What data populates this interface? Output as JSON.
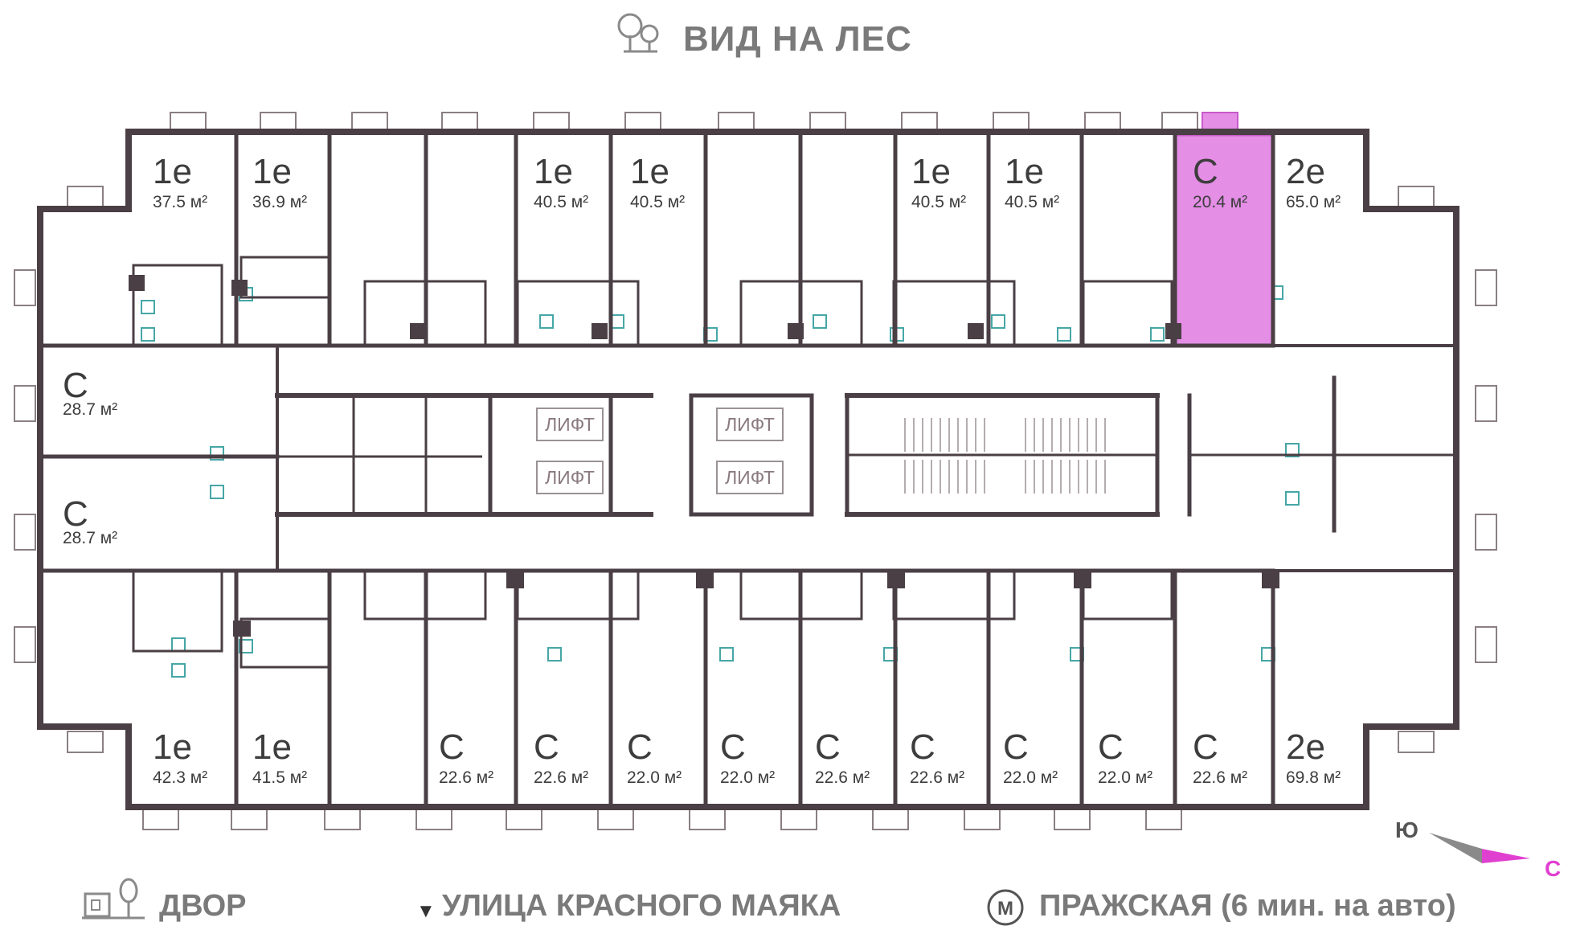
{
  "header": {
    "view_label": "ВИД НА ЛЕС",
    "forest_icon": "trees-icon"
  },
  "footer": {
    "yard_label": "ДВОР",
    "yard_icon": "playground-icon",
    "street_label": "УЛИЦА КРАСНОГО МАЯКА",
    "street_icon": "triangle-down-icon",
    "metro_symbol": "М",
    "metro_label": "ПРАЖСКАЯ (6 мин. на авто)",
    "metro_icon": "metro-icon"
  },
  "compass": {
    "south": "Ю",
    "north": "С",
    "north_color": "#e040d0",
    "south_color": "#8a8a8a"
  },
  "colors": {
    "wall": "#4a3f44",
    "highlight_fill": "#e48ee6",
    "highlight_stroke": "#c85ac9",
    "window_stroke": "#8a7f84",
    "fixture_stroke": "#46a6a6",
    "text": "#3d3d3d"
  },
  "lifts": [
    "ЛИФТ",
    "ЛИФТ",
    "ЛИФТ",
    "ЛИФТ"
  ],
  "apartments": {
    "top": [
      {
        "type": "1е",
        "area": "37.5 м²"
      },
      {
        "type": "1е",
        "area": "36.9 м²"
      },
      {
        "type": "1е",
        "area": "40.5 м²"
      },
      {
        "type": "1е",
        "area": "40.5 м²"
      },
      {
        "type": "1е",
        "area": "40.5 м²"
      },
      {
        "type": "1е",
        "area": "40.5 м²"
      },
      {
        "type": "С",
        "area": "20.4 м²",
        "highlighted": true
      },
      {
        "type": "2е",
        "area": "65.0 м²"
      }
    ],
    "left": [
      {
        "type": "С",
        "area": "28.7 м²"
      },
      {
        "type": "С",
        "area": "28.7 м²"
      }
    ],
    "bottom": [
      {
        "type": "1е",
        "area": "42.3 м²"
      },
      {
        "type": "1е",
        "area": "41.5 м²"
      },
      {
        "type": "С",
        "area": "22.6 м²"
      },
      {
        "type": "С",
        "area": "22.6 м²"
      },
      {
        "type": "С",
        "area": "22.0 м²"
      },
      {
        "type": "С",
        "area": "22.0 м²"
      },
      {
        "type": "С",
        "area": "22.6 м²"
      },
      {
        "type": "С",
        "area": "22.6 м²"
      },
      {
        "type": "С",
        "area": "22.0 м²"
      },
      {
        "type": "С",
        "area": "22.0 м²"
      },
      {
        "type": "С",
        "area": "22.6 м²"
      },
      {
        "type": "2е",
        "area": "69.8 м²"
      }
    ]
  }
}
